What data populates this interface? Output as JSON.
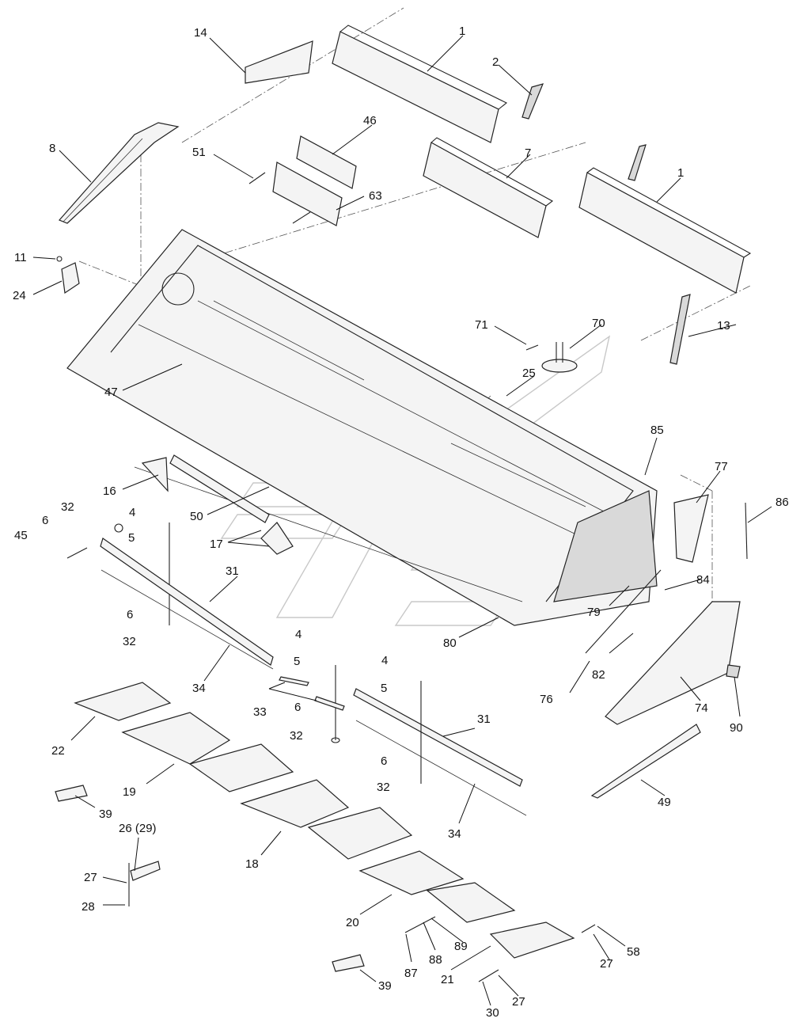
{
  "callouts": [
    {
      "id": "c1a",
      "text": "1"
    },
    {
      "id": "c1b",
      "text": "1"
    },
    {
      "id": "c2",
      "text": "2"
    },
    {
      "id": "c4a",
      "text": "4"
    },
    {
      "id": "c4b",
      "text": "4"
    },
    {
      "id": "c4c",
      "text": "4"
    },
    {
      "id": "c5a",
      "text": "5"
    },
    {
      "id": "c5b",
      "text": "5"
    },
    {
      "id": "c5c",
      "text": "5"
    },
    {
      "id": "c6a",
      "text": "6"
    },
    {
      "id": "c6b",
      "text": "6"
    },
    {
      "id": "c6c",
      "text": "6"
    },
    {
      "id": "c6d",
      "text": "6"
    },
    {
      "id": "c7",
      "text": "7"
    },
    {
      "id": "c8",
      "text": "8"
    },
    {
      "id": "c11",
      "text": "11"
    },
    {
      "id": "c13",
      "text": "13"
    },
    {
      "id": "c14",
      "text": "14"
    },
    {
      "id": "c16",
      "text": "16"
    },
    {
      "id": "c17",
      "text": "17"
    },
    {
      "id": "c18",
      "text": "18"
    },
    {
      "id": "c19",
      "text": "19"
    },
    {
      "id": "c20",
      "text": "20"
    },
    {
      "id": "c21",
      "text": "21"
    },
    {
      "id": "c22",
      "text": "22"
    },
    {
      "id": "c24",
      "text": "24"
    },
    {
      "id": "c25",
      "text": "25"
    },
    {
      "id": "c26",
      "text": "26 (29)"
    },
    {
      "id": "c27a",
      "text": "27"
    },
    {
      "id": "c27b",
      "text": "27"
    },
    {
      "id": "c27c",
      "text": "27"
    },
    {
      "id": "c28",
      "text": "28"
    },
    {
      "id": "c30",
      "text": "30"
    },
    {
      "id": "c31a",
      "text": "31"
    },
    {
      "id": "c31b",
      "text": "31"
    },
    {
      "id": "c32a",
      "text": "32"
    },
    {
      "id": "c32b",
      "text": "32"
    },
    {
      "id": "c32c",
      "text": "32"
    },
    {
      "id": "c32d",
      "text": "32"
    },
    {
      "id": "c33",
      "text": "33"
    },
    {
      "id": "c34a",
      "text": "34"
    },
    {
      "id": "c34b",
      "text": "34"
    },
    {
      "id": "c39a",
      "text": "39"
    },
    {
      "id": "c39b",
      "text": "39"
    },
    {
      "id": "c45",
      "text": "45"
    },
    {
      "id": "c46",
      "text": "46"
    },
    {
      "id": "c47",
      "text": "47"
    },
    {
      "id": "c49",
      "text": "49"
    },
    {
      "id": "c50",
      "text": "50"
    },
    {
      "id": "c51",
      "text": "51"
    },
    {
      "id": "c58",
      "text": "58"
    },
    {
      "id": "c63",
      "text": "63"
    },
    {
      "id": "c70",
      "text": "70"
    },
    {
      "id": "c71",
      "text": "71"
    },
    {
      "id": "c74",
      "text": "74"
    },
    {
      "id": "c76",
      "text": "76"
    },
    {
      "id": "c77",
      "text": "77"
    },
    {
      "id": "c79",
      "text": "79"
    },
    {
      "id": "c80",
      "text": "80"
    },
    {
      "id": "c82",
      "text": "82"
    },
    {
      "id": "c84",
      "text": "84"
    },
    {
      "id": "c85",
      "text": "85"
    },
    {
      "id": "c86",
      "text": "86"
    },
    {
      "id": "c87",
      "text": "87"
    },
    {
      "id": "c88",
      "text": "88"
    },
    {
      "id": "c89",
      "text": "89"
    },
    {
      "id": "c90",
      "text": "90"
    }
  ]
}
